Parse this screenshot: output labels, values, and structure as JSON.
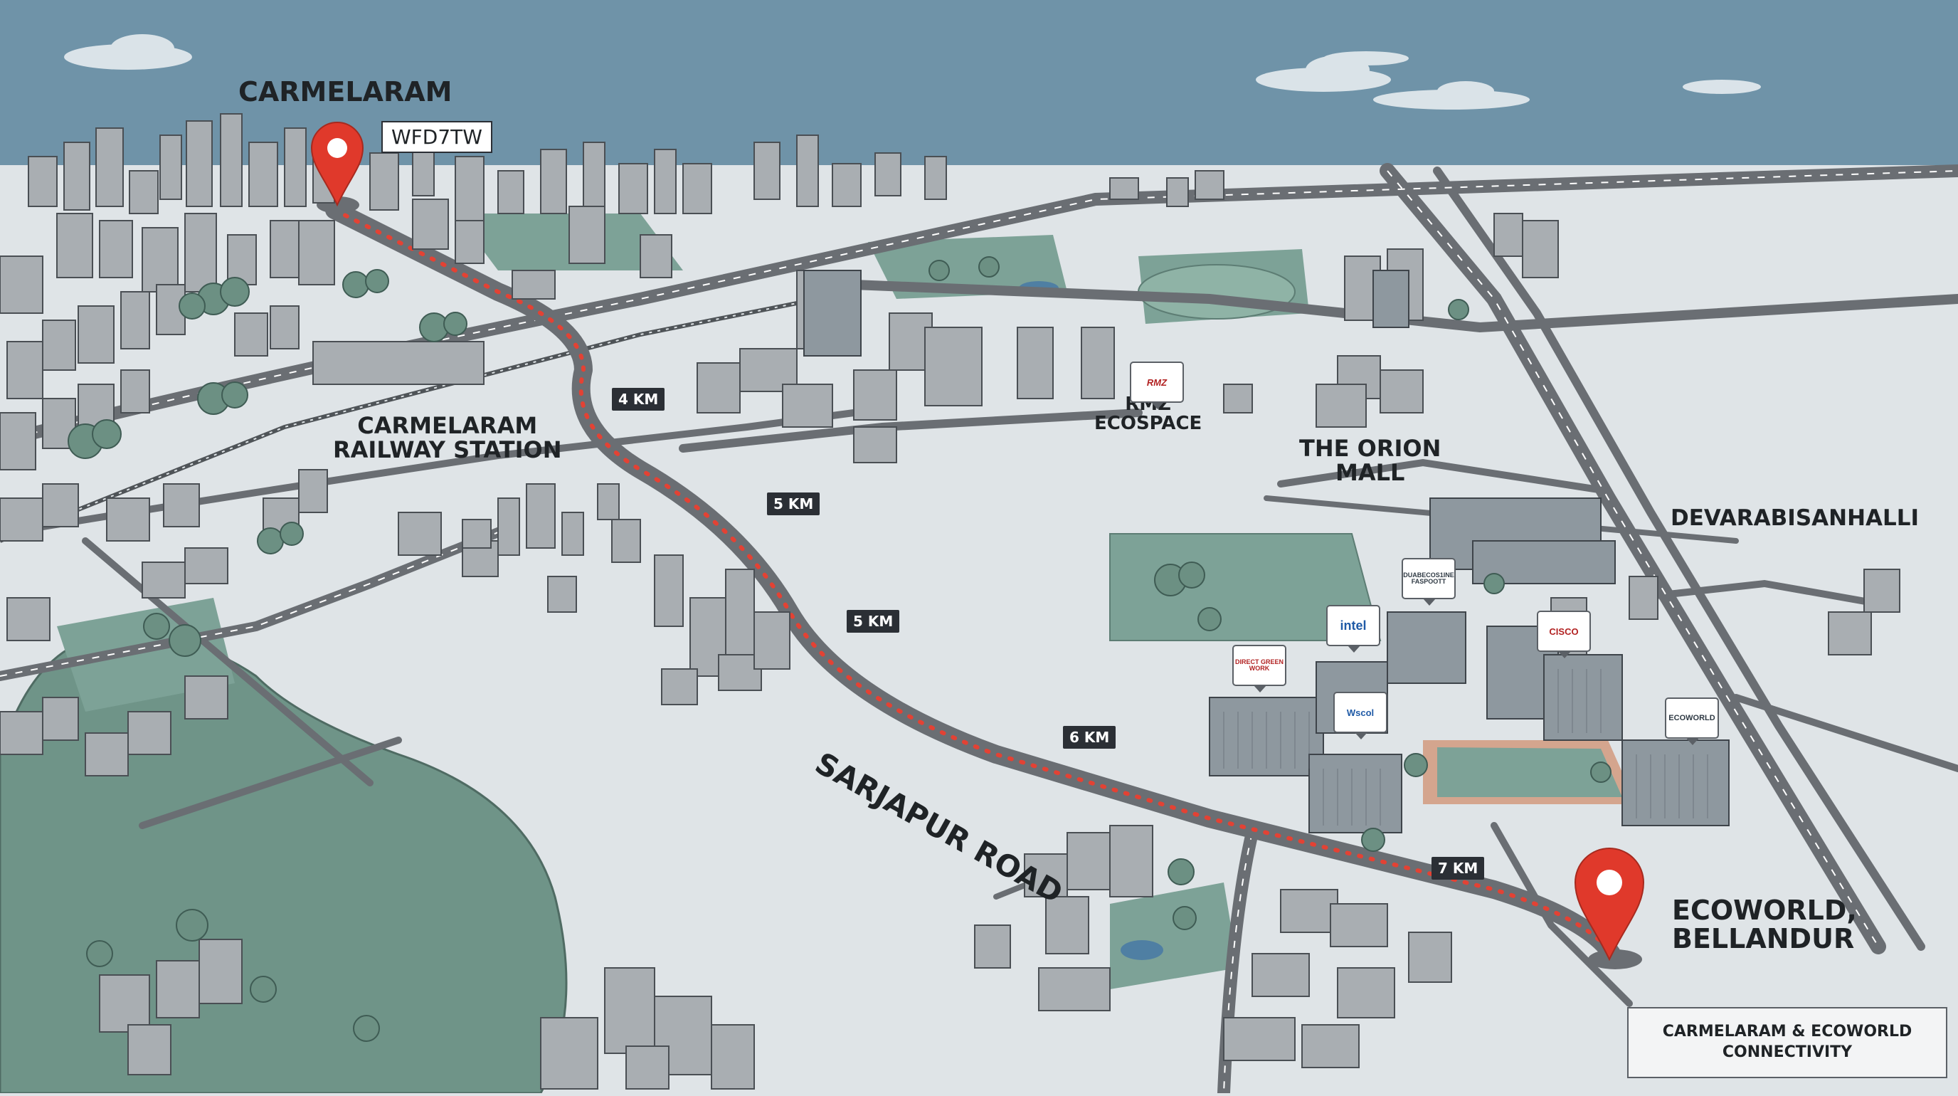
{
  "places": {
    "origin": "CARMELARAM",
    "origin_code": "WFD7TW",
    "railway_station": "CARMELARAM\nRAILWAY STATION",
    "rmz": "RMZ\nECOSPACE",
    "orion": "THE ORION\nMALL",
    "devarabisanhalli": "DEVARABISANHALLI",
    "destination": "ECOWORLD,\nBELLANDUR",
    "road": "SARJAPUR ROAD"
  },
  "distance_markers": [
    "4 KM",
    "5 KM",
    "5 KM",
    "6 KM",
    "7 KM"
  ],
  "brands": {
    "rmz_logo": "RMZ",
    "intel": "intel",
    "cisco": "CISCO",
    "ecoworld": "ECOWORLD",
    "duabecos": "DUABECOS1INE FASPOOTT",
    "direct": "DIRECT GREEN WORK",
    "wipro": "Wscol"
  },
  "legend": {
    "line1": "CARMELARAM & ECOWORLD",
    "line2": "CONNECTIVITY"
  },
  "colors": {
    "sky": "#6f93a8",
    "ground": "#dfe4e7",
    "green": "#6f9488",
    "road": "#6a6e73",
    "route_dots": "#e34234",
    "pin": "#e0392b",
    "label_bg": "#2b2f35"
  },
  "icons": [
    "map-pin-icon",
    "tree-icon",
    "building-icon",
    "cloud-icon"
  ]
}
